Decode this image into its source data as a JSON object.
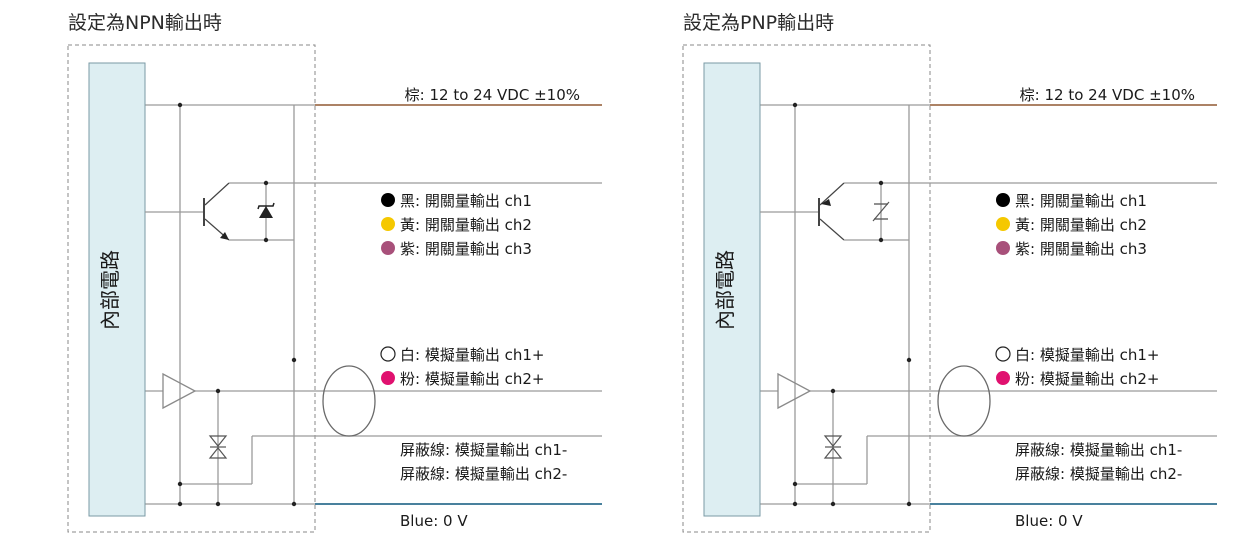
{
  "panels": [
    {
      "title": "設定為NPN輸出時",
      "internal_label": "內部電路",
      "power_label": "棕: 12 to 24 VDC ±10%",
      "switch_outputs": [
        "黑: 開關量輸出 ch1",
        "黃: 開關量輸出 ch2",
        "紫: 開關量輸出 ch3"
      ],
      "analog_outputs": [
        "白: 模擬量輸出 ch1+",
        "粉: 模擬量輸出 ch2+"
      ],
      "shield_outputs": [
        "屏蔽線: 模擬量輸出 ch1-",
        "屏蔽線: 模擬量輸出 ch2-"
      ],
      "ground_label": "Blue: 0 V"
    },
    {
      "title": "設定為PNP輸出時",
      "internal_label": "內部電路",
      "power_label": "棕: 12 to 24 VDC ±10%",
      "switch_outputs": [
        "黑: 開關量輸出 ch1",
        "黃: 開關量輸出 ch2",
        "紫: 開關量輸出 ch3"
      ],
      "analog_outputs": [
        "白: 模擬量輸出 ch1+",
        "粉: 模擬量輸出 ch2+"
      ],
      "shield_outputs": [
        "屏蔽線: 模擬量輸出 ch1-",
        "屏蔽線: 模擬量輸出 ch2-"
      ],
      "ground_label": "Blue: 0 V"
    }
  ],
  "colors": {
    "brown_wire": "#a0714f",
    "blue_wire": "#2f6f8f",
    "internal_block_fill": "#ddeef2",
    "black_dot": "#000000",
    "yellow_dot": "#f5c800",
    "purple_dot": "#a8507a",
    "white_dot": "#ffffff",
    "pink_dot": "#e0116f"
  }
}
